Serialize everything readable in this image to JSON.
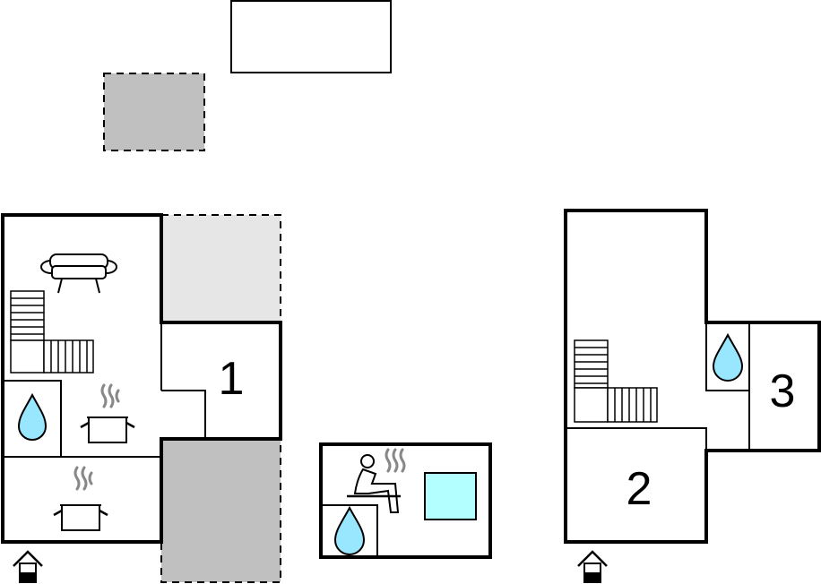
{
  "colors": {
    "pool": "#b3ffff",
    "terrace": "#c0c0c0",
    "terrace_light": "#e6e6e6",
    "water": "#99e6ff",
    "wall": "#000000",
    "steam": "#888888"
  },
  "rooms": {
    "room1": "1",
    "room2": "2",
    "room3": "3"
  },
  "icons": [
    "sofa-icon",
    "stairs-icon",
    "water-drop-icon",
    "cooking-pot-icon",
    "sauna-icon",
    "entrance-icon"
  ]
}
